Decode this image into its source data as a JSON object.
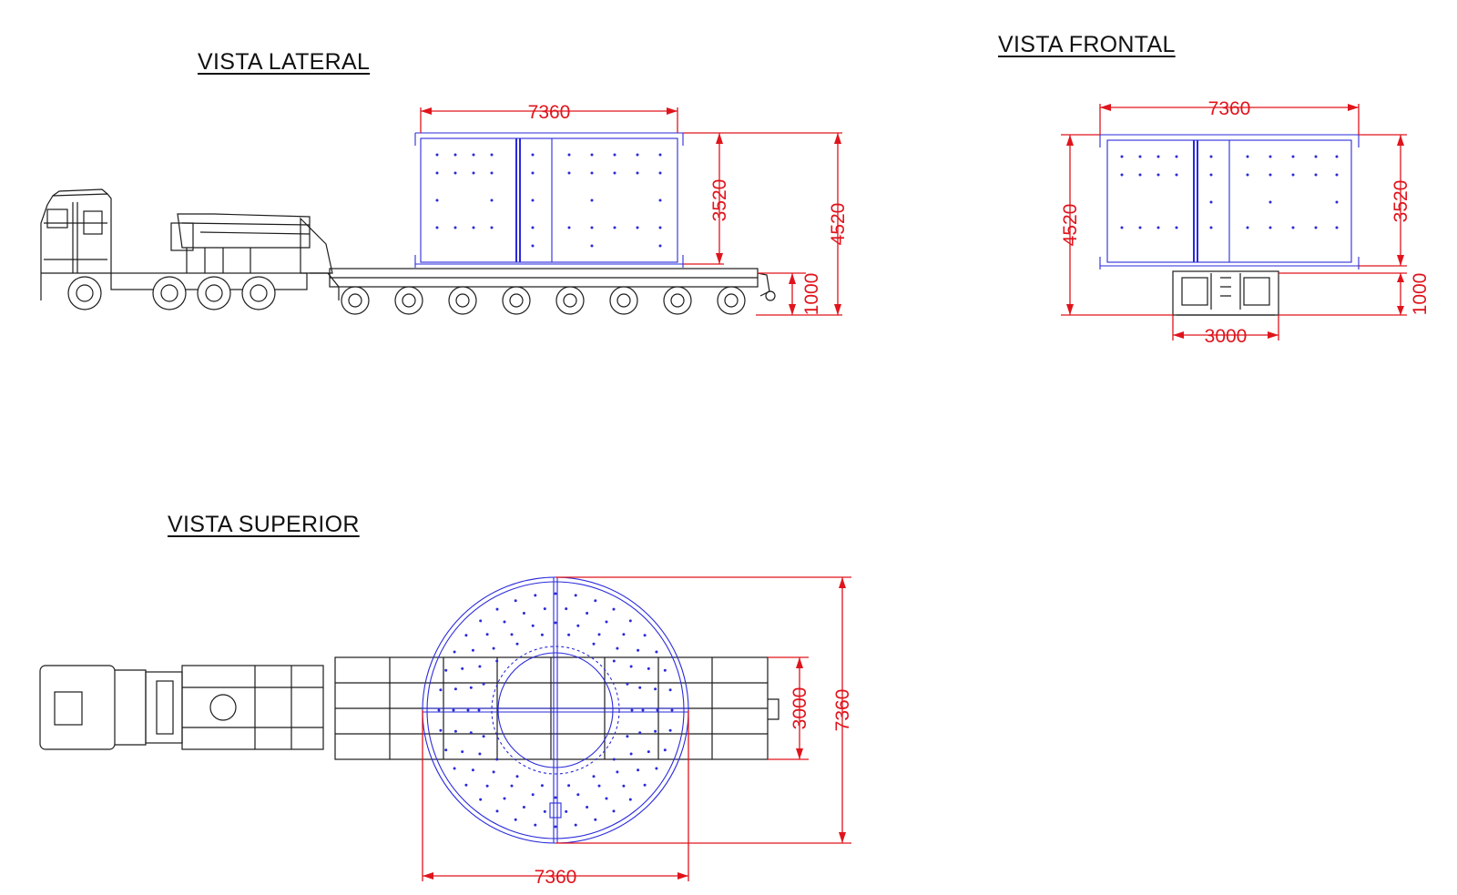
{
  "views": {
    "lateral": {
      "title": "VISTA LATERAL",
      "dim_length": "7360",
      "dim_cargo_height": "3520",
      "dim_total_height": "4520",
      "dim_deck_height": "1000"
    },
    "frontal": {
      "title": "VISTA FRONTAL",
      "dim_length": "7360",
      "dim_total_height": "4520",
      "dim_cargo_height": "3520",
      "dim_deck_height": "1000",
      "dim_trailer_width": "3000"
    },
    "superior": {
      "title": "VISTA SUPERIOR",
      "dim_trailer_width": "3000",
      "dim_diameter": "7360",
      "dim_length": "7360"
    }
  },
  "colors": {
    "dimension": "#e0141c",
    "cargo": "#2a2adb",
    "vehicle": "#1c1c1c"
  },
  "icons": [
    "truck-side-drawing",
    "truck-top-drawing",
    "trailer-front-drawing",
    "cargo-box-drawing",
    "cargo-disc-drawing"
  ]
}
